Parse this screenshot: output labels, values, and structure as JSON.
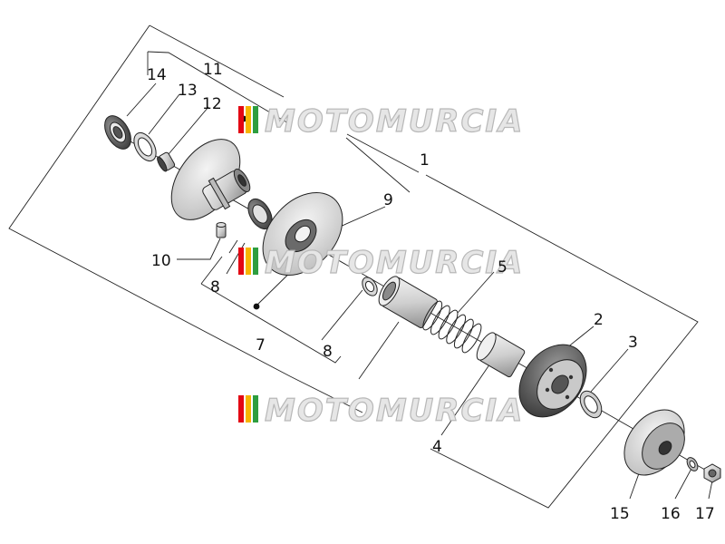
{
  "watermark": {
    "text": "MOTOMURCIA",
    "stripe_colors": [
      "#e30613",
      "#f7b500",
      "#2e9e3f"
    ]
  },
  "callouts": {
    "c1": "1",
    "c2": "2",
    "c3": "3",
    "c4": "4",
    "c5": "5",
    "c7": "7",
    "c8a": "8",
    "c8b": "8",
    "c9": "9",
    "c10": "10",
    "c11": "11",
    "c12": "12",
    "c13": "13",
    "c14": "14",
    "c15": "15",
    "c16": "16",
    "c17": "17"
  }
}
